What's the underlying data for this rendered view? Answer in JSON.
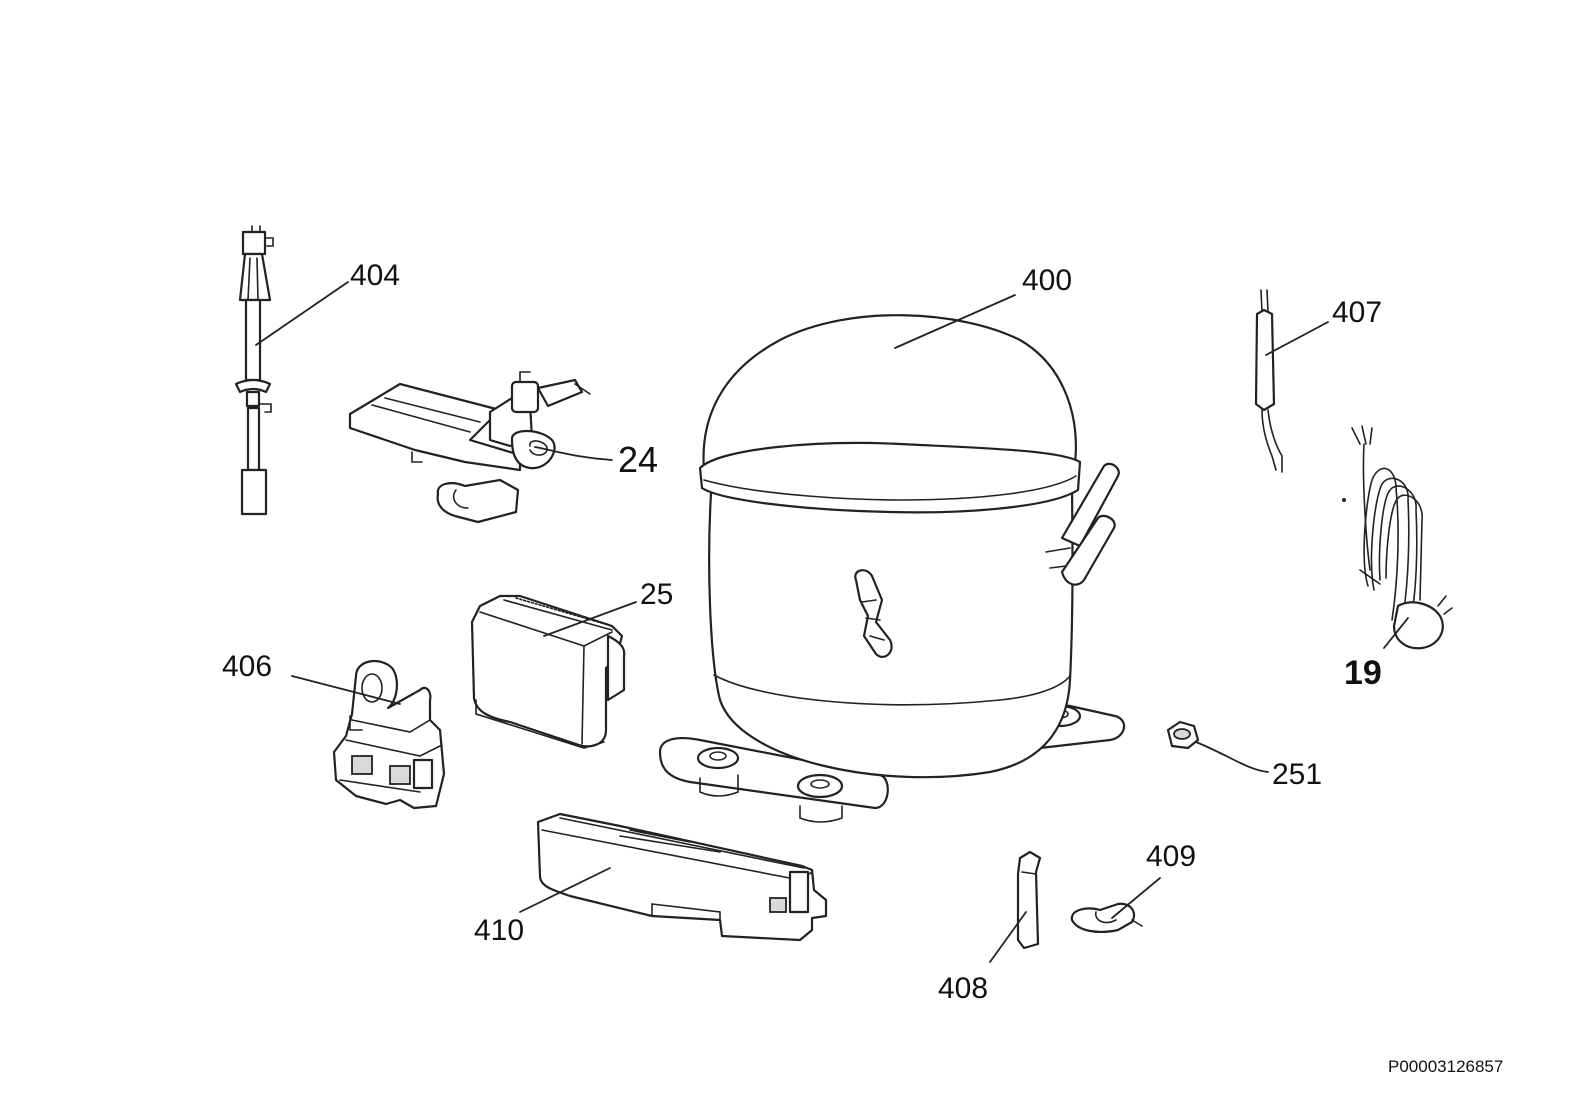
{
  "labels": {
    "p404": "404",
    "p400": "400",
    "p407": "407",
    "p24": "24",
    "p25": "25",
    "p406": "406",
    "p19": "19",
    "p251": "251",
    "p409": "409",
    "p410": "410",
    "p408": "408"
  },
  "drawing_code": "P00003126857"
}
